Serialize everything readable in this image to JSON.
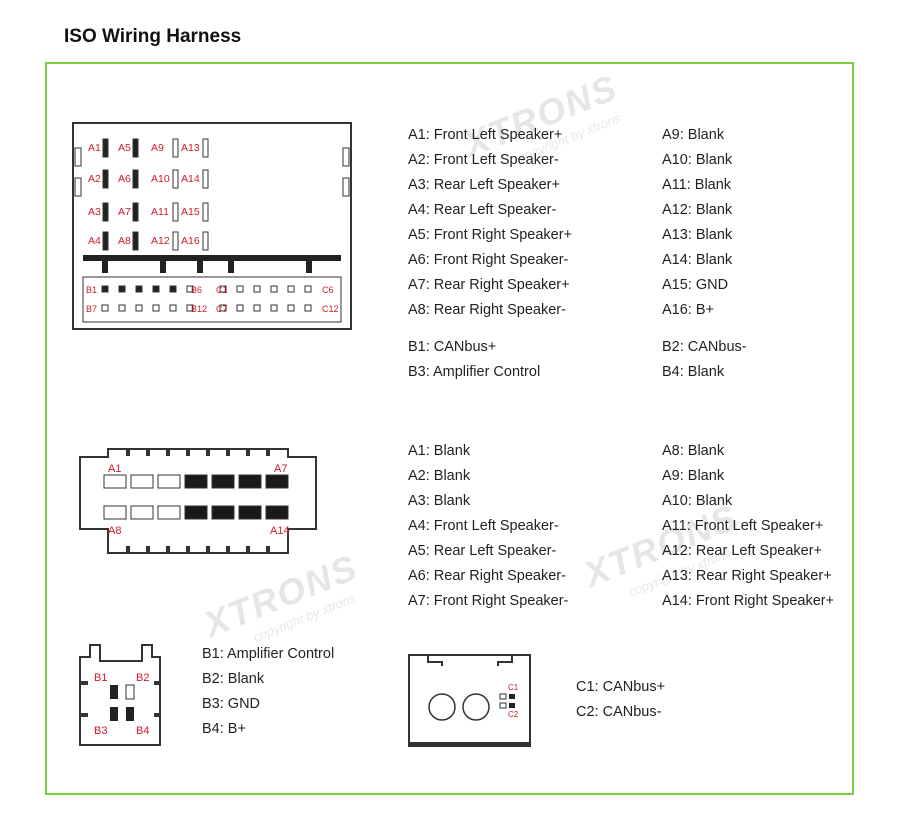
{
  "title": "ISO Wiring Harness",
  "watermark": {
    "brand": "XTRONS",
    "copyright": "copyright by xtrons"
  },
  "colors": {
    "frame": "#7dce3e",
    "pin_label": "#d11a2a"
  },
  "connector_a": {
    "pin_labels_a": [
      "A1",
      "A5",
      "A9",
      "A13",
      "A2",
      "A6",
      "A10",
      "A14",
      "A3",
      "A7",
      "A11",
      "A15",
      "A4",
      "A8",
      "A12",
      "A16"
    ],
    "pin_labels_b": [
      "B1",
      "B6",
      "C1",
      "C6",
      "B7",
      "B12",
      "C7",
      "C12"
    ],
    "col1": [
      "A1: Front Left Speaker+",
      "A2: Front Left Speaker-",
      "A3: Rear Left Speaker+",
      "A4: Rear Left Speaker-",
      "A5: Front Right Speaker+",
      "A6: Front Right Speaker-",
      "A7: Rear Right Speaker+",
      "A8: Rear Right Speaker-"
    ],
    "col2": [
      "A9: Blank",
      "A10: Blank",
      "A11: Blank",
      "A12: Blank",
      "A13: Blank",
      "A14: Blank",
      "A15: GND",
      "A16: B+"
    ],
    "b_col1": [
      "B1: CANbus+",
      "B3: Amplifier Control"
    ],
    "b_col2": [
      "B2: CANbus-",
      "B4: Blank"
    ]
  },
  "connector_b": {
    "pin_labels": [
      "A1",
      "A7",
      "A8",
      "A14"
    ],
    "col1": [
      "A1: Blank",
      "A2: Blank",
      "A3: Blank",
      "A4: Front Left Speaker-",
      "A5: Rear Left Speaker-",
      "A6: Rear Right Speaker-",
      "A7: Front Right Speaker-"
    ],
    "col2": [
      "A8: Blank",
      "A9: Blank",
      "A10: Blank",
      "A11: Front Left Speaker+",
      "A12: Rear Left Speaker+",
      "A13: Rear Right Speaker+",
      "A14: Front Right Speaker+"
    ]
  },
  "connector_c": {
    "pin_labels": [
      "B1",
      "B2",
      "B3",
      "B4"
    ],
    "col": [
      "B1: Amplifier Control",
      "B2: Blank",
      "B3: GND",
      "B4: B+"
    ]
  },
  "connector_d": {
    "pin_labels": [
      "C1",
      "C2"
    ],
    "col": [
      "C1: CANbus+",
      "C2: CANbus-"
    ]
  }
}
